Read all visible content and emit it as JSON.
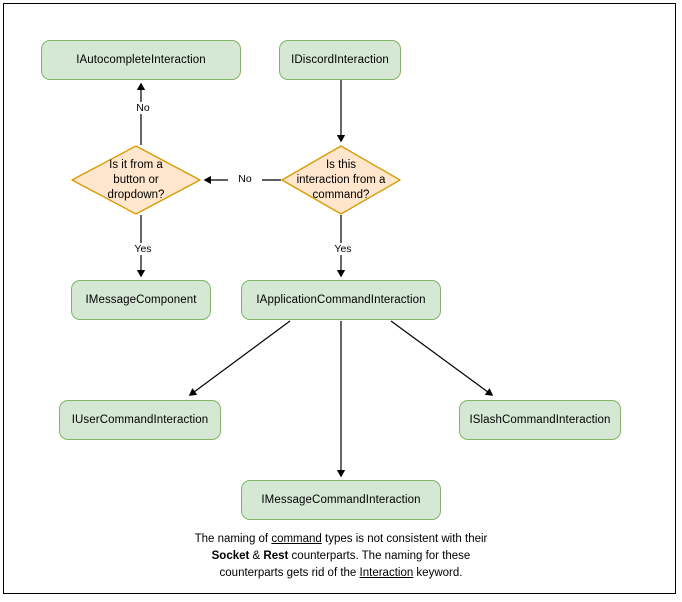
{
  "diagram": {
    "title": "Discord interaction type hierarchy flowchart",
    "colors": {
      "process_fill": "#d5e8d4",
      "process_stroke": "#82b366",
      "decision_fill": "#ffe6cc",
      "decision_stroke": "#d79b00",
      "edge_stroke": "#000000",
      "frame_stroke": "#000000",
      "background": "#ffffff"
    },
    "nodes": {
      "autocomplete": "IAutocompleteInteraction",
      "discord": "IDiscordInteraction",
      "decision_button": "Is it from a\nbutton or\ndropdown?",
      "decision_command": "Is this\ninteraction from a\ncommand?",
      "message_component": "IMessageComponent",
      "application_command": "IApplicationCommandInteraction",
      "user_command": "IUserCommandInteraction",
      "slash_command": "ISlashCommandInteraction",
      "message_command": "IMessageCommandInteraction"
    },
    "edge_labels": {
      "autocomplete_no": "No",
      "command_no": "No",
      "button_yes": "Yes",
      "command_yes": "Yes"
    },
    "caption": {
      "line1_part1": "The naming of ",
      "line1_underline": "command",
      "line1_part2": " types is not consistent with their",
      "line2_bold1": "Socket",
      "line2_amp": " & ",
      "line2_bold2": "Rest",
      "line2_rest": " counterparts. The naming for these",
      "line3_part1": "counterparts gets rid of the ",
      "line3_underline": "Interaction",
      "line3_part2": " keyword."
    }
  }
}
